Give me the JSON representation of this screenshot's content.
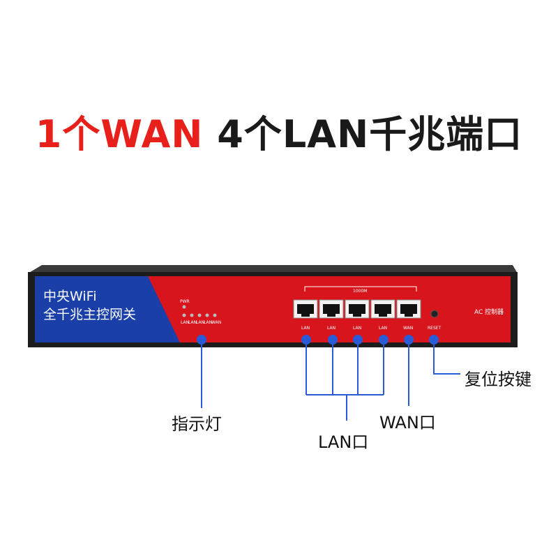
{
  "headline": {
    "part1": "1个WAN",
    "part2": "4个LAN千兆端口"
  },
  "device": {
    "panel_line1": "中央WiFi",
    "panel_line2": "全千兆主控网关",
    "pwr_label": "PWR",
    "led_labels": [
      "LAN",
      "LAN",
      "LAN",
      "LAN",
      "WAN"
    ],
    "port_group_label": "1000M",
    "port_labels": [
      "LAN",
      "LAN",
      "LAN",
      "LAN",
      "WAN"
    ],
    "reset_label": "RESET",
    "ac_label": "AC 控制器"
  },
  "callouts": {
    "indicator": "指示灯",
    "lan": "LAN口",
    "wan": "WAN口",
    "reset": "复位按键"
  },
  "colors": {
    "accent_red": "#e8201c",
    "panel_blue": "#1a3fa8",
    "callout_blue": "#2a5bd7"
  }
}
